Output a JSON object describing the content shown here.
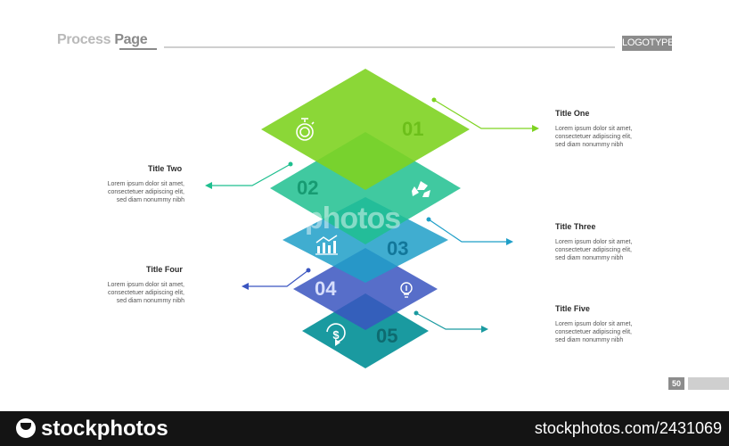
{
  "header": {
    "title_part1": "Process ",
    "title_part2": "Page",
    "logo": "LOGOTYPE"
  },
  "steps": [
    {
      "number": "01",
      "title": "Title One",
      "lines": [
        "Lorem ipsum dolor sit amet,",
        "consectetuer adipiscing elit,",
        "sed diam nonummy nibh"
      ],
      "color": "#7ed321",
      "icon": "stopwatch-icon"
    },
    {
      "number": "02",
      "title": "Title Two",
      "lines": [
        "Lorem ipsum dolor sit amet,",
        "consectetuer adipiscing elit,",
        "sed diam nonummy nibh"
      ],
      "color": "#1fbf8f",
      "icon": "recycle-arrows-icon"
    },
    {
      "number": "03",
      "title": "Title Three",
      "lines": [
        "Lorem ipsum dolor sit amet,",
        "consectetuer adipiscing elit,",
        "sed diam nonummy nibh"
      ],
      "color": "#1f9fc8",
      "icon": "bar-chart-icon"
    },
    {
      "number": "04",
      "title": "Title Four",
      "lines": [
        "Lorem ipsum dolor sit amet,",
        "consectetuer adipiscing elit,",
        "sed diam nonummy nibh"
      ],
      "color": "#3a55c0",
      "icon": "light-bulb-icon"
    },
    {
      "number": "05",
      "title": "Title Five",
      "lines": [
        "Lorem ipsum dolor sit amet,",
        "consectetuer adipiscing elit,",
        "sed diam nonummy nibh"
      ],
      "color": "#1a9aa0",
      "icon": "dollar-refresh-icon"
    }
  ],
  "page_number": "50",
  "watermark": {
    "overlay": "stockphotos",
    "brand": "stockphotos",
    "id_text": "stockphotos.com/2431069"
  }
}
